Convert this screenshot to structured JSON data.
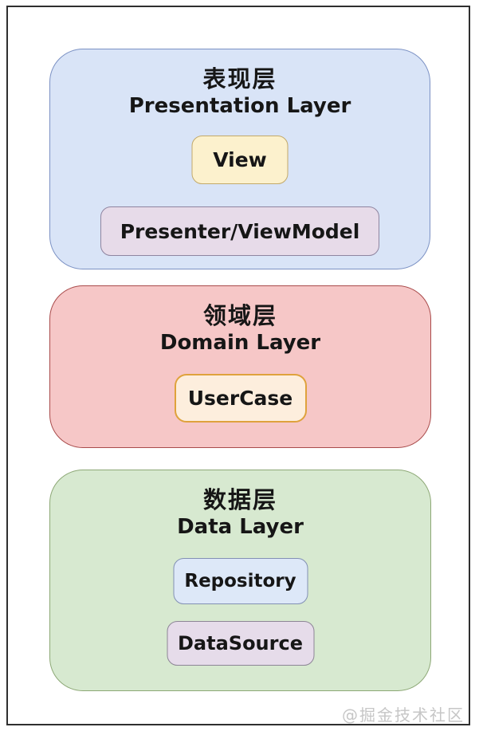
{
  "canvas": {
    "background": "#ffffff",
    "frame_color": "#2f2f2f",
    "text_color": "#161616"
  },
  "watermark": {
    "text": "@掘金技术社区",
    "color": "#c6c6c6"
  },
  "layers": [
    {
      "title_zh": "表现层",
      "title_en": "Presentation Layer",
      "fill": "#d9e4f7",
      "border": "#7b91c4",
      "components": [
        {
          "label": "View",
          "fill": "#fcf1cd",
          "border": "#c2a96a"
        },
        {
          "label": "Presenter/ViewModel",
          "fill": "#e7dbe9",
          "border": "#8f85a0"
        }
      ]
    },
    {
      "title_zh": "领域层",
      "title_en": "Domain Layer",
      "fill": "#f6c7c7",
      "border": "#a94b4b",
      "components": [
        {
          "label": "UserCase",
          "fill": "#fdeedd",
          "border": "#dfa23c"
        }
      ]
    },
    {
      "title_zh": "数据层",
      "title_en": "Data Layer",
      "fill": "#d7e9d0",
      "border": "#8da876",
      "components": [
        {
          "label": "Repository",
          "fill": "#dde8f8",
          "border": "#8290b4"
        },
        {
          "label": "DataSource",
          "fill": "#e6dcea",
          "border": "#8d8596"
        }
      ]
    }
  ]
}
